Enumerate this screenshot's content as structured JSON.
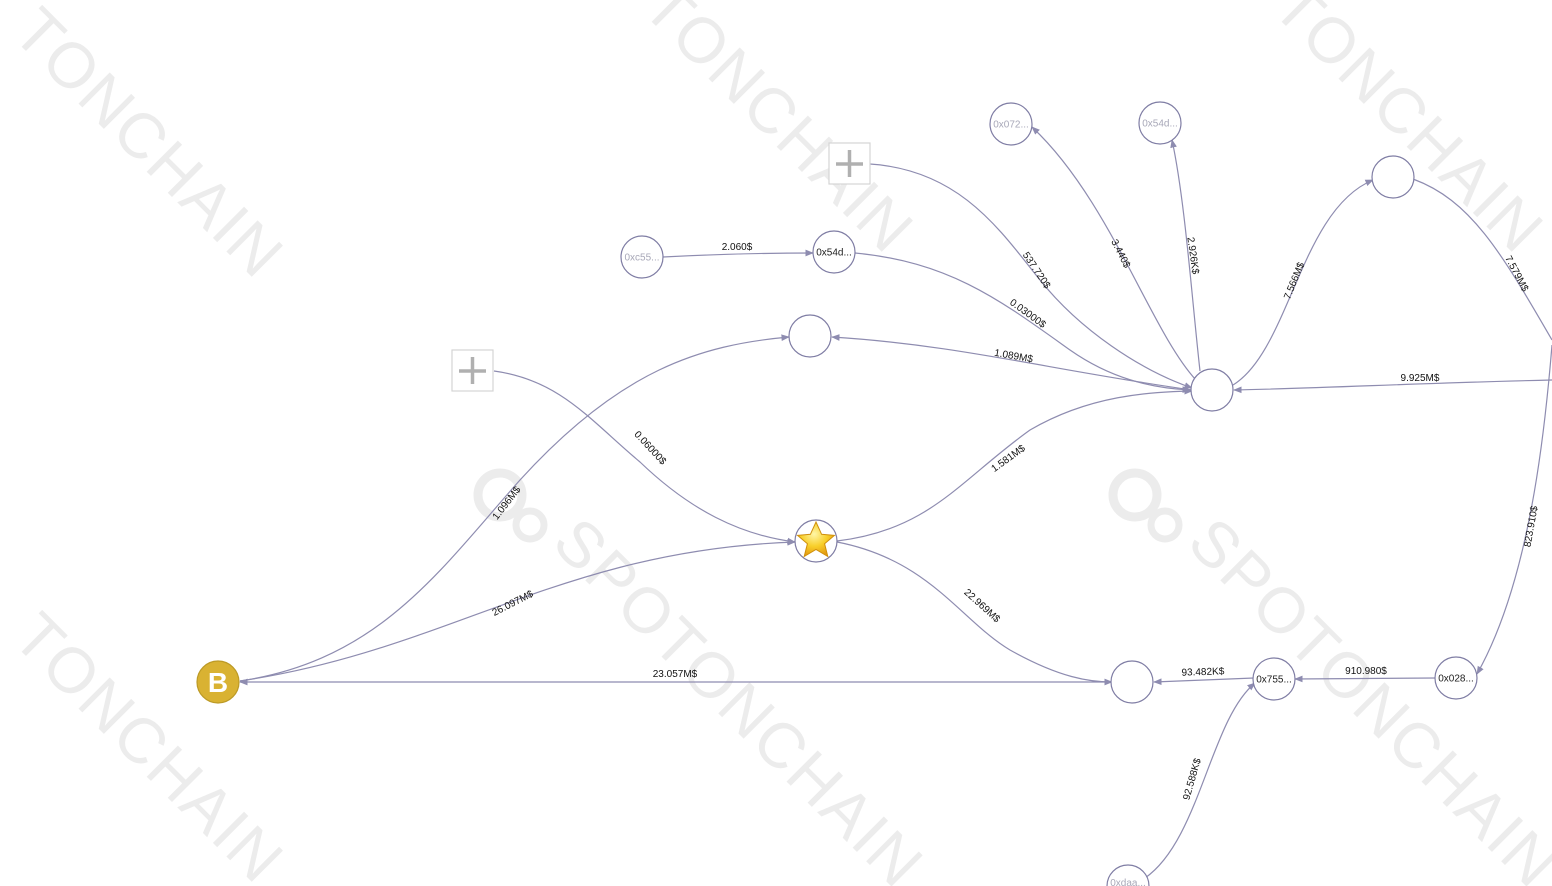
{
  "watermark": {
    "text": "SPOTONCHAIN",
    "fragment": "TONCHAIN"
  },
  "colors": {
    "edge": "#8e8cb0",
    "node_stroke": "#7f7da4",
    "b_node": "#d9b232",
    "star": "#f5c518",
    "watermark": "#ececec"
  },
  "nodes": {
    "b_node": {
      "label": "B"
    },
    "star_node": {
      "icon": "star-icon"
    },
    "plus_upper": {
      "icon": "plus-icon"
    },
    "plus_lower": {
      "icon": "plus-icon"
    },
    "n_0xc55": {
      "label": "0xc55..."
    },
    "n_0x54d_mid": {
      "label": "0x54d..."
    },
    "n_0x072": {
      "label": "0x072..."
    },
    "n_0x54d_top": {
      "label": "0x54d..."
    },
    "n_0x755": {
      "label": "0x755..."
    },
    "n_0x028": {
      "label": "0x028..."
    },
    "n_0xdaa": {
      "label": "0xdaa..."
    }
  },
  "edges": {
    "e_c55_54d": "2.060$",
    "e_plus_hub": "537.720$",
    "e_072_hub": "3.440$",
    "e_54dtop_hub": "2.926K$",
    "e_hub_top_right": "7.566M$",
    "e_top_right_off": "7.579M$",
    "e_54dmid_hub": "0.03000$",
    "e_hub_blank": "1.089M$",
    "e_off_hub": "9.925M$",
    "e_plus_star": "0.06000$",
    "e_blank_b": "1.096M$",
    "e_star_hub": "1.581M$",
    "e_star_b": "26.097M$",
    "e_star_lower": "22.969M$",
    "e_lower_b": "23.057M$",
    "e_755_lower": "93.482K$",
    "e_028_755": "910.980$",
    "e_off_028": "823.910$",
    "e_daa_755": "92.588K$"
  }
}
